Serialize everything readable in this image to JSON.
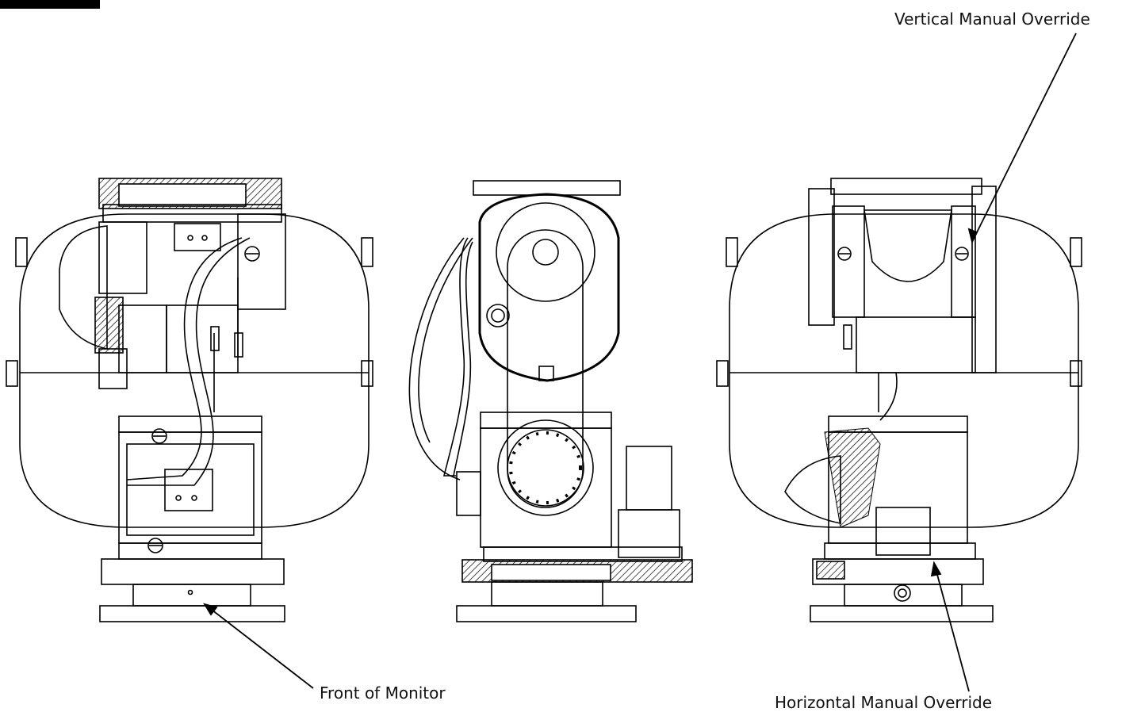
{
  "callouts": {
    "vertical_override": "Vertical Manual Override",
    "front_of_monitor": "Front of Monitor",
    "horizontal_override": "Horizontal Manual Override"
  },
  "colors": {
    "line": "#000000",
    "hatch": "#000000",
    "background": "#ffffff"
  }
}
